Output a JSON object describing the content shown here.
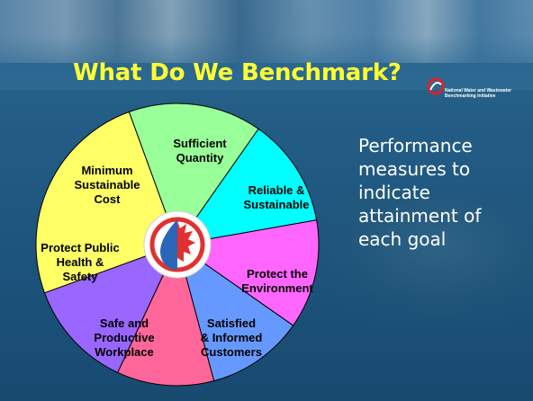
{
  "slide": {
    "title": "What Do We Benchmark?",
    "org_logo": {
      "text": "National Water and Wastewater Benchmarking Initiative",
      "icon": "nwwbi-swirl-icon"
    },
    "side_text": " Performance\nmeasures to\nindicate\nattainment of\neach goal",
    "colors": {
      "title": "#ffff33",
      "background": "#235d86",
      "side_text": "#ffffff"
    }
  },
  "wheel": {
    "center_icon": "water-drop-maple-leaf-logo-icon",
    "segments": [
      {
        "label": "Sufficient\nQuantity",
        "color": "#99ff99"
      },
      {
        "label": "Reliable &\nSustainable",
        "color": "#00ffff"
      },
      {
        "label": "Protect the\nEnvironment",
        "color": "#ff66ff"
      },
      {
        "label": "Satisfied\n& Informed\nCustomers",
        "color": "#6699ff"
      },
      {
        "label": "Safe and\nProductive\nWorkplace",
        "color": "#ff6699"
      },
      {
        "label": "Protect Public\nHealth &\nSafety",
        "color": "#9966ff"
      },
      {
        "label": "Minimum\nSustainable\nCost",
        "color": "#ffff66"
      }
    ]
  }
}
